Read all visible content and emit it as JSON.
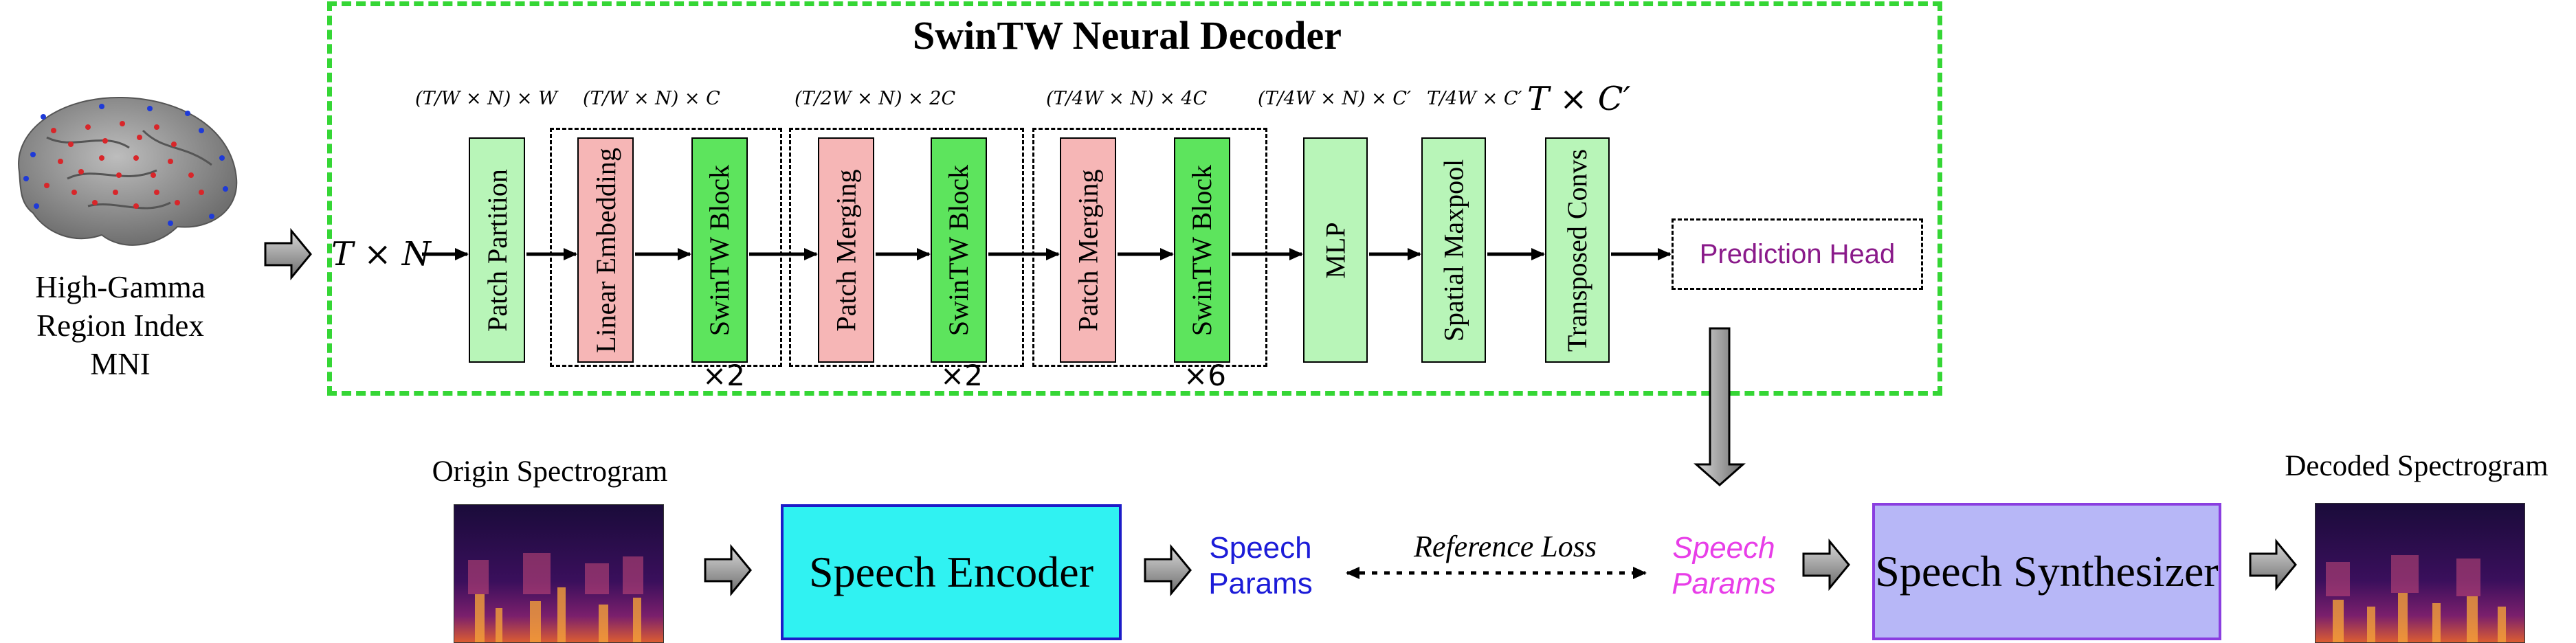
{
  "decoder": {
    "title": "SwinTW Neural Decoder",
    "input_dim": "T × N",
    "blocks": [
      {
        "label": "Patch Partition",
        "dim": "(T/W × N) × W"
      },
      {
        "label": "Linear Embedding",
        "dim": "(T/W × N) × C"
      },
      {
        "label": "SwinTW Block",
        "dim": ""
      },
      {
        "label": "Patch Merging",
        "dim": "(T/2W × N) × 2C"
      },
      {
        "label": "SwinTW Block",
        "dim": ""
      },
      {
        "label": "Patch Merging",
        "dim": "(T/4W × N) × 4C"
      },
      {
        "label": "SwinTW Block",
        "dim": ""
      },
      {
        "label": "MLP",
        "dim": "(T/4W × N) × C′"
      },
      {
        "label": "Spatial Maxpool",
        "dim": "T/4W × C′"
      },
      {
        "label": "Transposed Convs",
        "dim": "T × C′"
      }
    ],
    "repeats": [
      "×2",
      "×2",
      "×6"
    ],
    "prediction_head": "Prediction Head"
  },
  "input": {
    "line1": "High-Gamma",
    "line2": "Region Index",
    "line3": "MNI"
  },
  "bottom": {
    "origin_label": "Origin Spectrogram",
    "encoder": "Speech Encoder",
    "params_left_1": "Speech",
    "params_left_2": "Params",
    "loss": "Reference Loss",
    "params_right_1": "Speech",
    "params_right_2": "Params",
    "synthesizer": "Speech Synthesizer",
    "decoded_label": "Decoded Spectrogram"
  },
  "colors": {
    "decoder_border": "#35d635",
    "block_light_green": "#b8f5b8",
    "block_bright_green": "#5de45d",
    "block_pink": "#f6b6b6",
    "encoder_fill": "#30f2f2",
    "synthesizer_fill": "#b7b7f7",
    "params_left": "#1c1cd8",
    "params_right": "#e83ee8",
    "prediction_head_text": "#8a1a8a"
  }
}
